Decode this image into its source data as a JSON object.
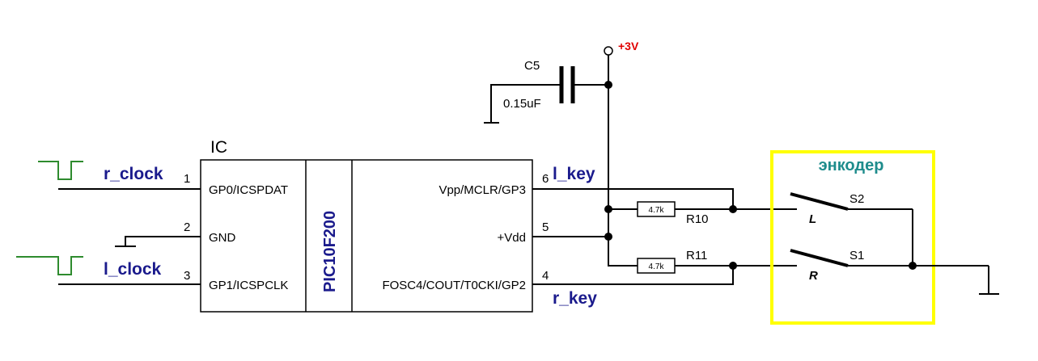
{
  "ic": {
    "ref": "IC",
    "part": "PIC10F200",
    "pins": [
      {
        "num": "1",
        "name": "GP0/ICSPDAT"
      },
      {
        "num": "2",
        "name": "GND"
      },
      {
        "num": "3",
        "name": "GP1/ICSPCLK"
      },
      {
        "num": "6",
        "name": "Vpp/MCLR/GP3"
      },
      {
        "num": "5",
        "name": "+Vdd"
      },
      {
        "num": "4",
        "name": "FOSC4/COUT/T0CKI/GP2"
      }
    ]
  },
  "nets": {
    "r_clock": "r_clock",
    "l_clock": "l_clock",
    "l_key": "l_key",
    "r_key": "r_key"
  },
  "power": {
    "label": "+3V",
    "color": "#e00000"
  },
  "capacitor": {
    "ref": "C5",
    "value": "0.15uF"
  },
  "resistors": [
    {
      "ref": "R10",
      "value": "4.7k"
    },
    {
      "ref": "R11",
      "value": "4.7k"
    }
  ],
  "encoder": {
    "title": "энкодер",
    "border_color": "#ffff00",
    "switches": [
      {
        "ref": "S2",
        "label": "L"
      },
      {
        "ref": "S1",
        "label": "R"
      }
    ]
  },
  "colors": {
    "net_label": "#1a1a8c",
    "encoder_title": "#1e8c8c",
    "clock_pulse": "#2e8b2e"
  }
}
